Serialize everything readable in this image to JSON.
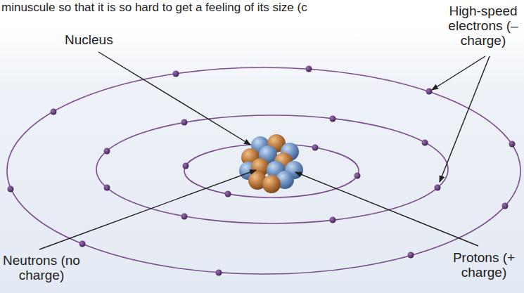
{
  "diagram": {
    "labels": [
      "minuscule so that it is so hard to get a feeling of its size (c",
      "Nucleus",
      "High-speed electrons (– charge)",
      "Neutrons (no charge)",
      "Protons (+ charge)"
    ]
  }
}
